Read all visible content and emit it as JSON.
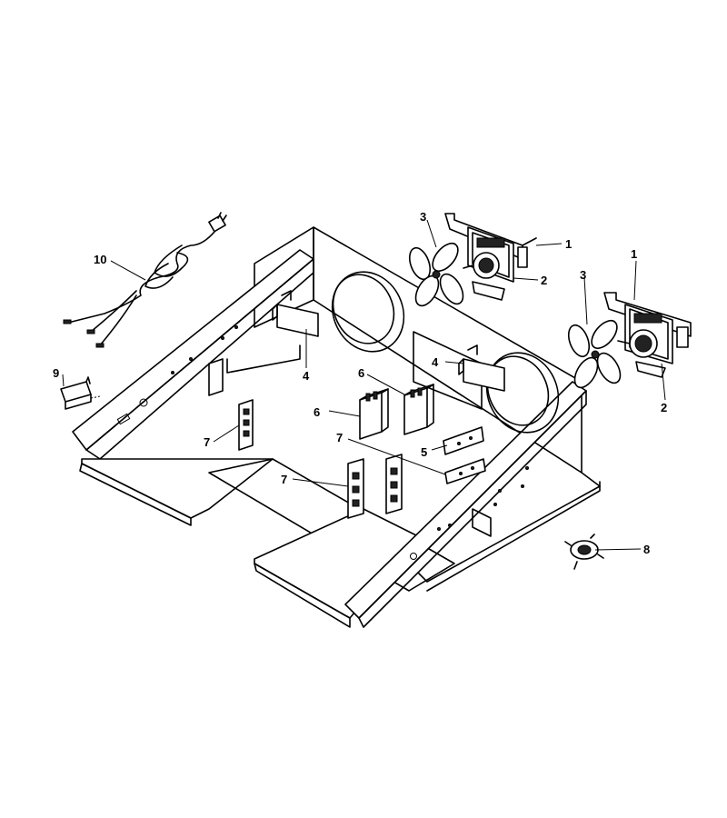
{
  "callouts": [
    {
      "id": "c1a",
      "text": "1"
    },
    {
      "id": "c1b",
      "text": "1"
    },
    {
      "id": "c2a",
      "text": "2"
    },
    {
      "id": "c2b",
      "text": "2"
    },
    {
      "id": "c3a",
      "text": "3"
    },
    {
      "id": "c3b",
      "text": "3"
    },
    {
      "id": "c4a",
      "text": "4"
    },
    {
      "id": "c4b",
      "text": "4"
    },
    {
      "id": "c5",
      "text": "5"
    },
    {
      "id": "c6a",
      "text": "6"
    },
    {
      "id": "c6b",
      "text": "6"
    },
    {
      "id": "c7a",
      "text": "7"
    },
    {
      "id": "c7b",
      "text": "7"
    },
    {
      "id": "c7c",
      "text": "7"
    },
    {
      "id": "c8",
      "text": "8"
    },
    {
      "id": "c9",
      "text": "9"
    },
    {
      "id": "c10",
      "text": "10"
    }
  ]
}
